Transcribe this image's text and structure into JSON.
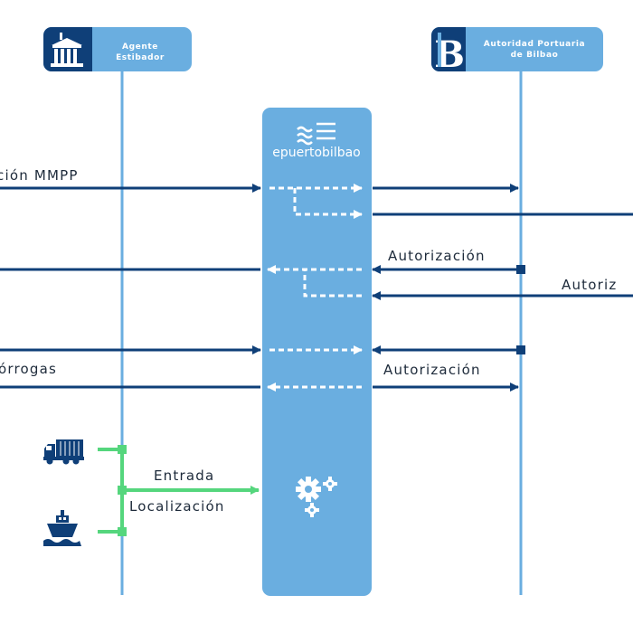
{
  "actors": {
    "agente": {
      "line1": "Agente",
      "line2": "Estibador"
    },
    "autoridad": {
      "line1": "Autoridad Portuaria",
      "line2": "de Bilbao"
    }
  },
  "platform": {
    "brand": "epuertobilbao"
  },
  "messages": {
    "mmpp": "ción MMPP",
    "autorizacion_1": "Autorización",
    "autorizacion_2": "Autoriz",
    "prorrogas": "órrogas",
    "autorizacion_3": "Autorización",
    "entrada": "Entrada",
    "localizacion": "Localización"
  },
  "colors": {
    "navy": "#0f3f78",
    "light_blue": "#6aaee0",
    "green": "#55d67d",
    "white": "#ffffff"
  },
  "icons": {
    "agente": "building-icon",
    "autoridad": "bilbao-b-logo",
    "platform": "waves-icon",
    "gears": "gears-icon",
    "truck": "truck-icon",
    "ship": "ship-icon"
  }
}
